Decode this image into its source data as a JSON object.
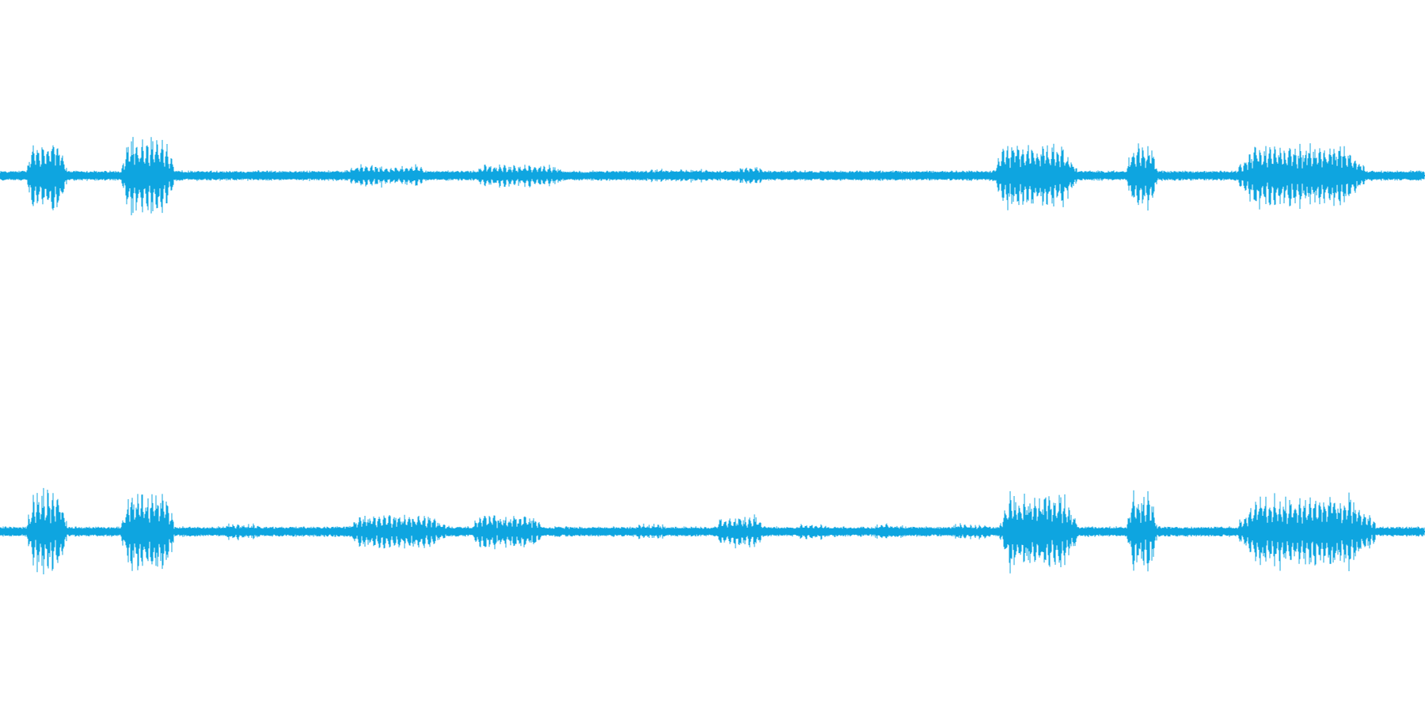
{
  "waveform": {
    "color": "#0ea5e0",
    "background": "#ffffff",
    "channels": [
      {
        "name": "",
        "baseline_amplitude": 0.02,
        "noise_amplitude": 0.01,
        "bursts": [
          {
            "start": 0.018,
            "end": 0.047,
            "amplitude": 0.23
          },
          {
            "start": 0.084,
            "end": 0.122,
            "amplitude": 0.24
          },
          {
            "start": 0.155,
            "end": 0.209,
            "amplitude": 0.03
          },
          {
            "start": 0.238,
            "end": 0.303,
            "amplitude": 0.07
          },
          {
            "start": 0.328,
            "end": 0.4,
            "amplitude": 0.07
          },
          {
            "start": 0.445,
            "end": 0.513,
            "amplitude": 0.04
          },
          {
            "start": 0.515,
            "end": 0.537,
            "amplitude": 0.06
          },
          {
            "start": 0.583,
            "end": 0.672,
            "amplitude": 0.03
          },
          {
            "start": 0.695,
            "end": 0.756,
            "amplitude": 0.21
          },
          {
            "start": 0.79,
            "end": 0.812,
            "amplitude": 0.2
          },
          {
            "start": 0.865,
            "end": 0.958,
            "amplitude": 0.2
          },
          {
            "start": 0.96,
            "end": 1.0,
            "amplitude": 0.03
          }
        ]
      },
      {
        "name": "",
        "baseline_amplitude": 0.02,
        "noise_amplitude": 0.01,
        "bursts": [
          {
            "start": 0.018,
            "end": 0.047,
            "amplitude": 0.25
          },
          {
            "start": 0.084,
            "end": 0.122,
            "amplitude": 0.26
          },
          {
            "start": 0.155,
            "end": 0.187,
            "amplitude": 0.05
          },
          {
            "start": 0.24,
            "end": 0.315,
            "amplitude": 0.11
          },
          {
            "start": 0.328,
            "end": 0.382,
            "amplitude": 0.11
          },
          {
            "start": 0.443,
            "end": 0.47,
            "amplitude": 0.05
          },
          {
            "start": 0.5,
            "end": 0.537,
            "amplitude": 0.1
          },
          {
            "start": 0.557,
            "end": 0.582,
            "amplitude": 0.05
          },
          {
            "start": 0.61,
            "end": 0.637,
            "amplitude": 0.05
          },
          {
            "start": 0.665,
            "end": 0.697,
            "amplitude": 0.05
          },
          {
            "start": 0.7,
            "end": 0.756,
            "amplitude": 0.25
          },
          {
            "start": 0.79,
            "end": 0.812,
            "amplitude": 0.24
          },
          {
            "start": 0.865,
            "end": 0.965,
            "amplitude": 0.23
          }
        ]
      }
    ]
  }
}
